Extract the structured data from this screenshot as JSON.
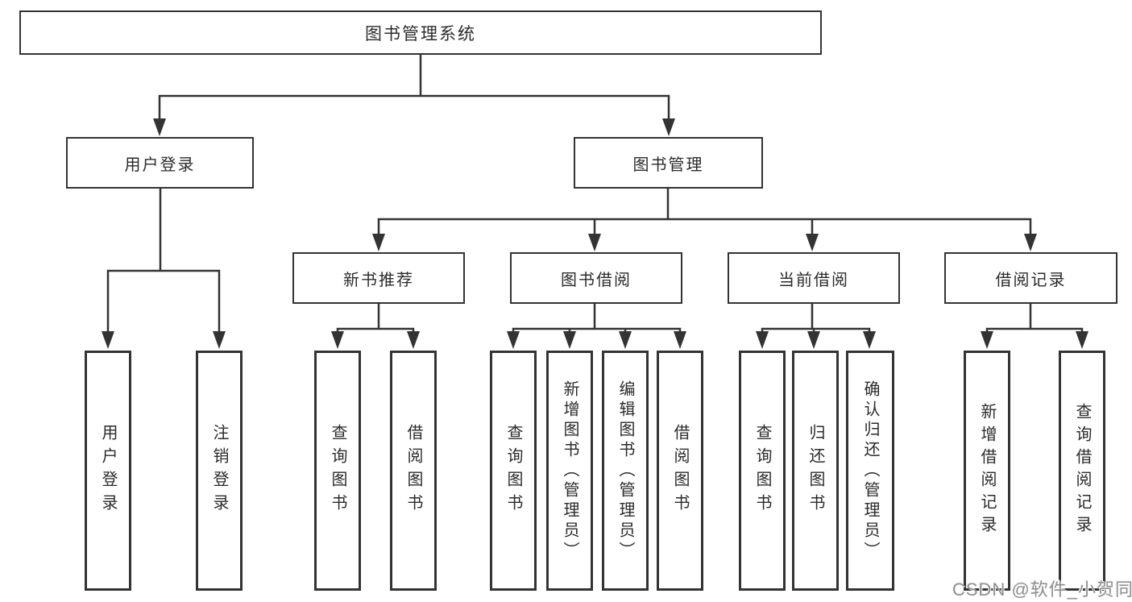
{
  "diagram": {
    "title_note": "functional structure diagram",
    "root": {
      "label": "图书管理系统"
    },
    "branches": [
      {
        "label": "用户登录",
        "children": [
          {
            "label": "用户登录"
          },
          {
            "label": "注销登录"
          }
        ]
      },
      {
        "label": "图书管理",
        "children": [
          {
            "label": "新书推荐",
            "children": [
              {
                "label": "查询图书"
              },
              {
                "label": "借阅图书"
              }
            ]
          },
          {
            "label": "图书借阅",
            "children": [
              {
                "label": "查询图书"
              },
              {
                "label": "新增图书（管理员）"
              },
              {
                "label": "编辑图书（管理员）"
              },
              {
                "label": "借阅图书"
              }
            ]
          },
          {
            "label": "当前借阅",
            "children": [
              {
                "label": "查询图书"
              },
              {
                "label": "归还图书"
              },
              {
                "label": "确认归还（管理员）"
              }
            ]
          },
          {
            "label": "借阅记录",
            "children": [
              {
                "label": "新增借阅记录"
              },
              {
                "label": "查询借阅记录"
              }
            ]
          }
        ]
      }
    ]
  },
  "watermark": {
    "text": "CSDN @软件_小贺同学"
  },
  "colors": {
    "line": "#333333",
    "text": "#2b2b2b",
    "box_background": "#ffffff",
    "watermark": "#8f8f8f"
  }
}
